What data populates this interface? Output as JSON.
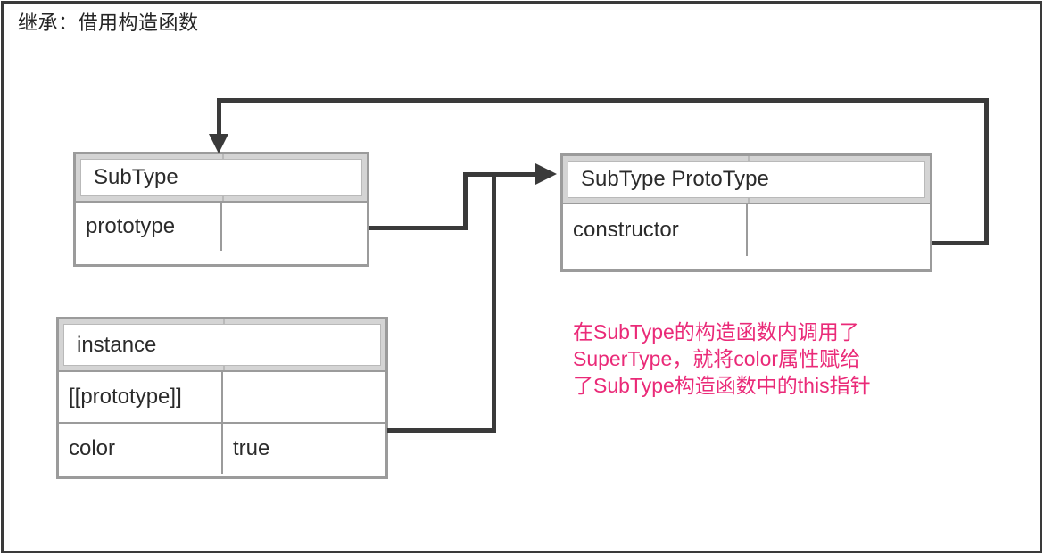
{
  "diagram": {
    "title": "继承：借用构造函数",
    "frame_border_color": "#3a3a3a",
    "box_border_color": "#9b9b9b",
    "header_band_color": "#d4d4d4",
    "connector_color": "#3a3a3a",
    "annotation_color": "#ea2a78"
  },
  "boxes": {
    "subtype": {
      "header": "SubType",
      "rows": [
        {
          "left": "prototype",
          "right": ""
        }
      ]
    },
    "subtype_prototype": {
      "header": "SubType ProtoType",
      "rows": [
        {
          "left": "constructor",
          "right": ""
        }
      ]
    },
    "instance": {
      "header": "instance",
      "rows": [
        {
          "left": "[[prototype]]",
          "right": ""
        },
        {
          "left": "color",
          "right": "true"
        }
      ]
    }
  },
  "annotation": {
    "line1": "在SubType的构造函数内调用了",
    "line2": "SuperType，就将color属性赋给",
    "line3": "了SubType构造函数中的this指针"
  }
}
